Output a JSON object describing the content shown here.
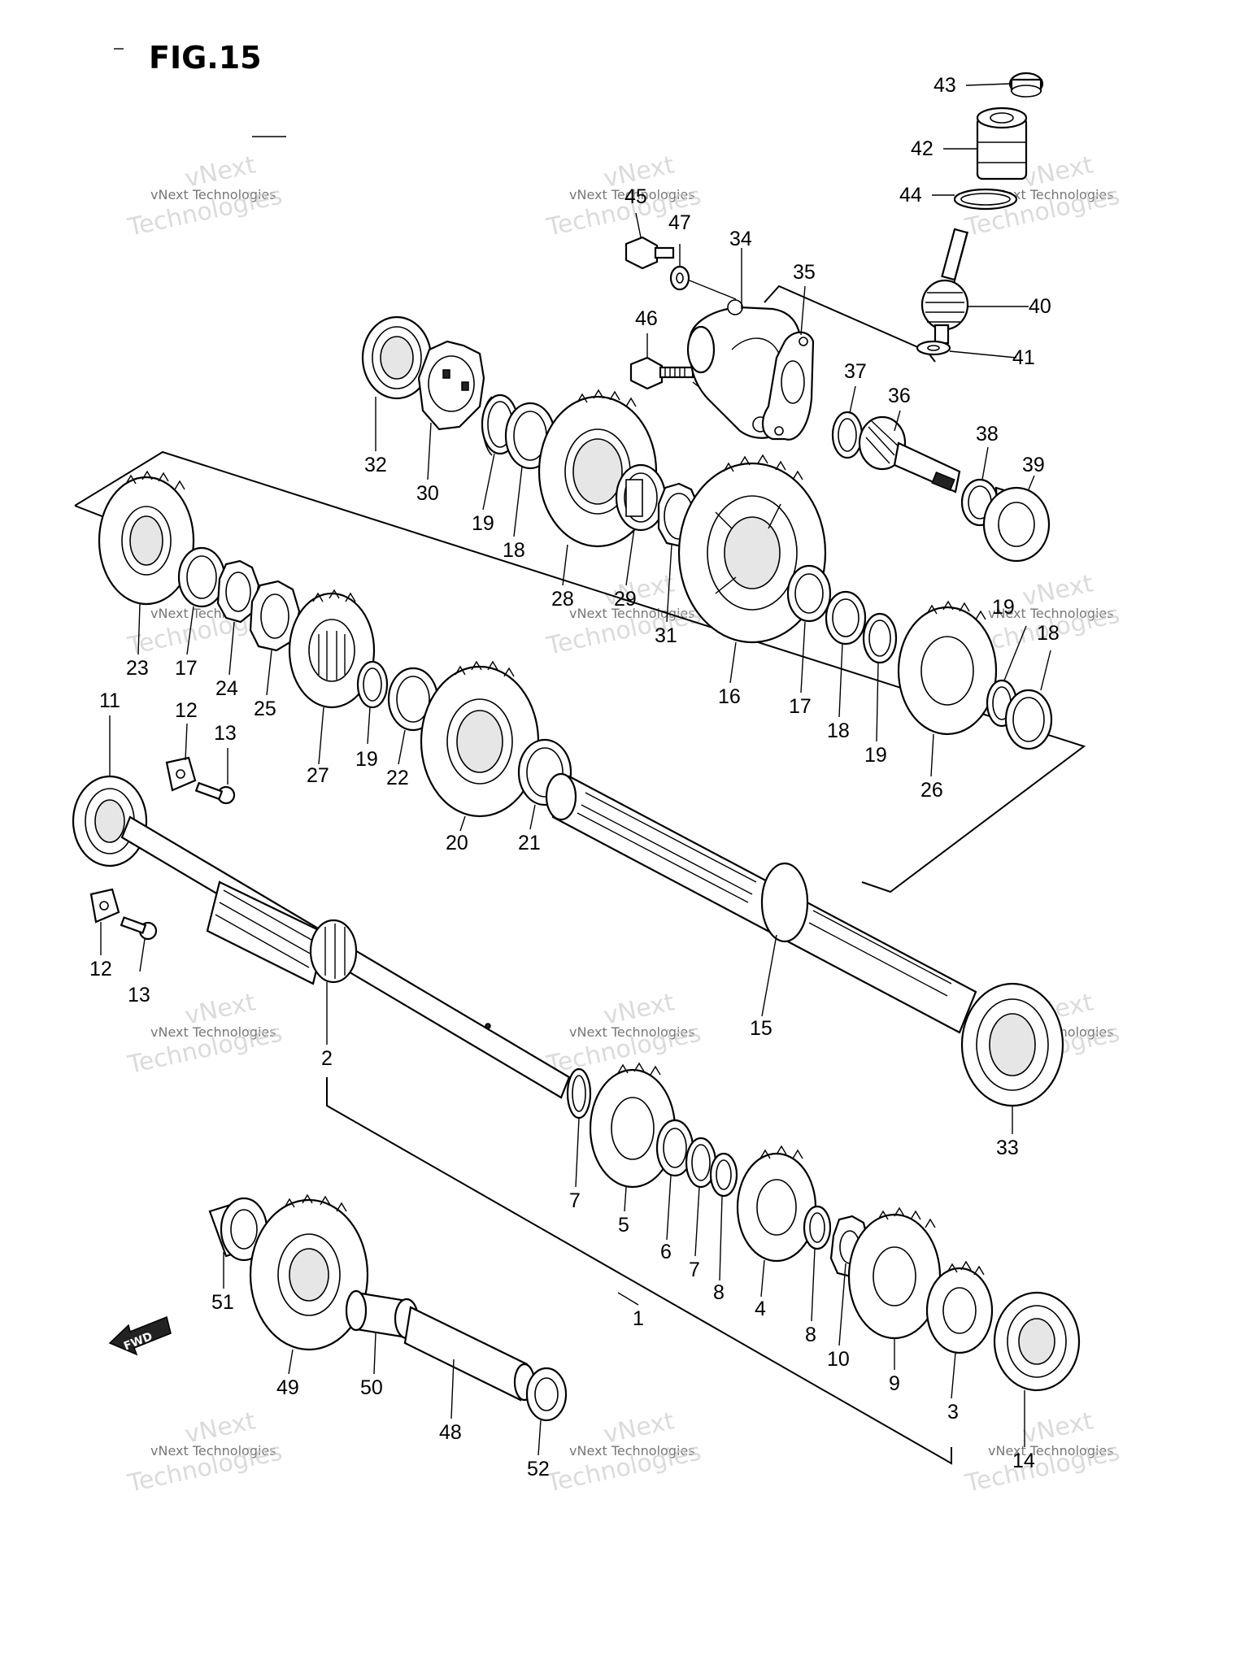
{
  "figure": {
    "title": "FIG.15"
  },
  "watermark": {
    "line1": "vNext",
    "line2": "vNext Technologies",
    "line3": "Technologies"
  },
  "fwd_label": "FWD",
  "part_numbers": [
    "43",
    "42",
    "44",
    "45",
    "47",
    "34",
    "35",
    "40",
    "41",
    "46",
    "37",
    "36",
    "38",
    "39",
    "32",
    "30",
    "19",
    "18",
    "28",
    "29",
    "31",
    "16",
    "17",
    "18",
    "19",
    "19",
    "18",
    "23",
    "17",
    "24",
    "25",
    "27",
    "19",
    "22",
    "20",
    "21",
    "26",
    "11",
    "12",
    "13",
    "12",
    "13",
    "15",
    "2",
    "33",
    "7",
    "5",
    "6",
    "7",
    "8",
    "4",
    "8",
    "10",
    "9",
    "3",
    "51",
    "49",
    "50",
    "48",
    "52",
    "1",
    "14"
  ]
}
